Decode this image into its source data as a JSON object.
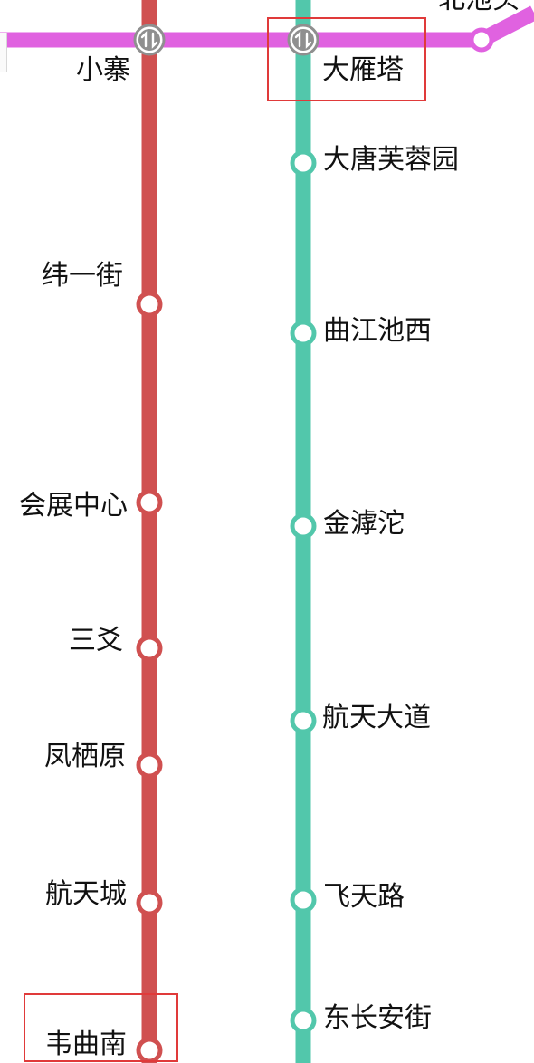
{
  "colors": {
    "red_line": "#d05050",
    "green_line": "#52c7ab",
    "purple_line": "#e062e0",
    "transfer": "#8f8f8f",
    "highlight": "#e03a3a"
  },
  "top_partial_label": "北池头",
  "red_line_stations": {
    "xiaozhai": "小寨",
    "weiyijie": "纬一街",
    "huizhanzhongxin": "会展中心",
    "sanyao": "三爻",
    "fengqiyuan": "凤栖原",
    "hangtiancheng": "航天城",
    "weiqunan": "韦曲南"
  },
  "green_line_stations": {
    "dayanta": "大雁塔",
    "datangfuryongyuan": "大唐芙蓉园",
    "qujiangchixi": "曲江池西",
    "jinhutuo": "金滹沱",
    "hangtiandadao": "航天大道",
    "feitianlu": "飞天路",
    "dongchanganjie": "东长安街"
  },
  "transfer_icon": "transfer-arrows-icon",
  "highlighted_stations": [
    "大雁塔",
    "韦曲南"
  ]
}
